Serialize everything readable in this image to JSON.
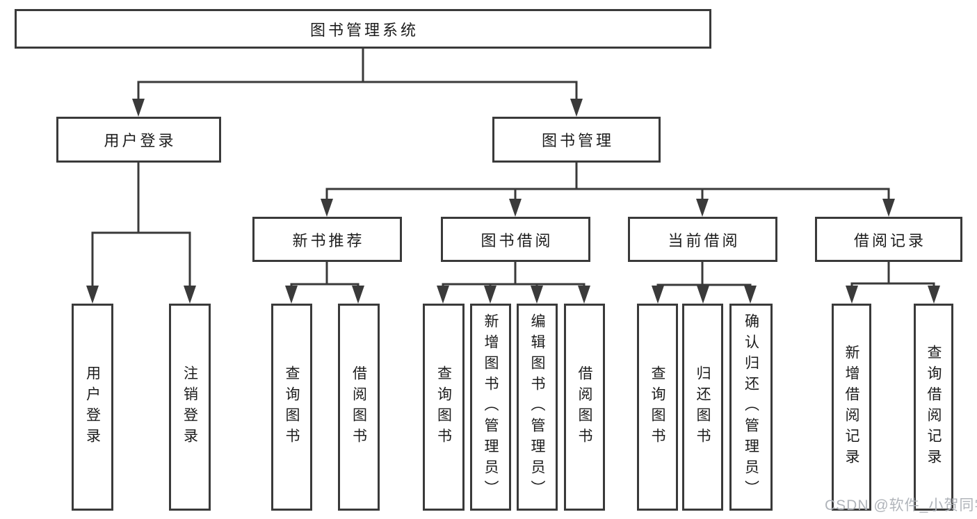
{
  "tree": {
    "label": "图书管理系统",
    "children": [
      {
        "label": "用户登录",
        "children": [
          {
            "label": "用户登录"
          },
          {
            "label": "注销登录"
          }
        ]
      },
      {
        "label": "图书管理",
        "children": [
          {
            "label": "新书推荐",
            "children": [
              {
                "label": "查询图书"
              },
              {
                "label": "借阅图书"
              }
            ]
          },
          {
            "label": "图书借阅",
            "children": [
              {
                "label": "查询图书"
              },
              {
                "label": "新增图书（管理员）"
              },
              {
                "label": "编辑图书（管理员）"
              },
              {
                "label": "借阅图书"
              }
            ]
          },
          {
            "label": "当前借阅",
            "children": [
              {
                "label": "查询图书"
              },
              {
                "label": "归还图书"
              },
              {
                "label": "确认归还（管理员）"
              }
            ]
          },
          {
            "label": "借阅记录",
            "children": [
              {
                "label": "新增借阅记录"
              },
              {
                "label": "查询借阅记录"
              }
            ]
          }
        ]
      }
    ]
  },
  "watermark": "CSDN @软件_小贺同学",
  "colors": {
    "line": "#3a3a3a",
    "box_border": "#3a3a3a",
    "text": "#1c1c1c",
    "background": "#ffffff",
    "watermark": "#acb0b6"
  }
}
